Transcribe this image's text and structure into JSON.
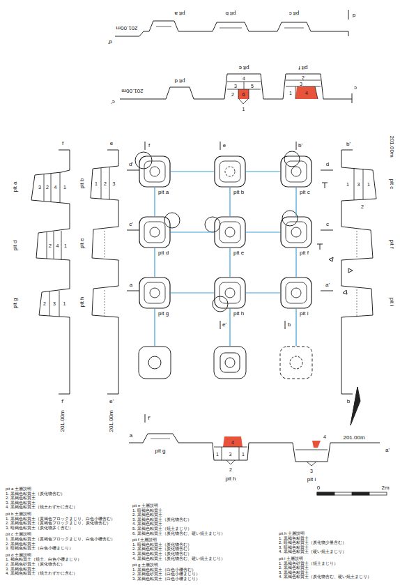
{
  "diagram": {
    "nodes": [
      {
        "text": [
          "pit a"
        ]
      },
      {
        "text": [
          "pit b"
        ]
      },
      {
        "text": [
          "pit c"
        ]
      },
      {
        "text": [
          "pit d"
        ]
      },
      {
        "text": [
          "pit e"
        ]
      },
      {
        "text": [
          "pit f"
        ]
      },
      {
        "text": [
          "pit g"
        ]
      },
      {
        "text": [
          "pit h"
        ]
      },
      {
        "text": [
          "pit i"
        ]
      }
    ],
    "edges": [
      {
        "from": 0,
        "to": 1,
        "arrow": "none"
      },
      {
        "from": 1,
        "to": 2,
        "arrow": "none"
      },
      {
        "from": 3,
        "to": 4,
        "arrow": "none"
      },
      {
        "from": 4,
        "to": 5,
        "arrow": "none"
      },
      {
        "from": 6,
        "to": 7,
        "arrow": "none"
      },
      {
        "from": 7,
        "to": 8,
        "arrow": "none"
      },
      {
        "from": 0,
        "to": 3,
        "arrow": "none"
      },
      {
        "from": 3,
        "to": 6,
        "arrow": "none"
      },
      {
        "from": 1,
        "to": 4,
        "arrow": "none"
      },
      {
        "from": 4,
        "to": 7,
        "arrow": "none"
      },
      {
        "from": 2,
        "to": 5,
        "arrow": "none"
      },
      {
        "from": 5,
        "to": 8,
        "arrow": "none"
      }
    ],
    "labels": [
      "pit a",
      "pit b",
      "pit c",
      "d",
      "201.00m",
      "d'",
      "pit e",
      "pit f",
      "pit d",
      "c",
      "201.00m",
      "c'",
      "4",
      "3",
      "5",
      "2",
      "6",
      "1",
      "2",
      "3",
      "1",
      "4",
      "f",
      "pit a",
      "3",
      "2",
      "4",
      "1",
      "pit d",
      "2",
      "4",
      "1",
      "pit g",
      "2",
      "3",
      "1",
      "f'",
      "201.00m",
      "e",
      "pit b",
      "1",
      "2",
      "3",
      "pit e",
      "pit h",
      "e'",
      "201.00m",
      "201.00m",
      "b'",
      "pit c",
      "1",
      "3",
      "1",
      "2",
      "pit f",
      "pit i",
      "b",
      "f",
      "e",
      "b'",
      "d'",
      "d",
      "c'",
      "c",
      "a",
      "a'",
      "e'",
      "b",
      "f'",
      "a",
      "pit g",
      "4",
      "1",
      "3",
      "1",
      "2",
      "pit h",
      "4",
      "3",
      "201.00m",
      "a'",
      "pit i",
      "0",
      "2m",
      "pit a 土層説明",
      "1. 黒褐色粘質土（炭化物含む）",
      "2. 黒褐色粘質土",
      "3. 黒褐色粘質土",
      "4. 黒褐色粘質土（焼土わずかに含む）",
      "pit b 土層説明",
      "1. 黒褐色粘質土（黄褐色ブロックまじり、白色小礫含む）",
      "2. 黒褐色粘質土（黄褐色ブロックまじり、炭化物含む）",
      "3. 暗褐色粘質土（炭化物多く含む）",
      "pit c 土層説明",
      "1. 黒褐色粘質土（黄褐色ブロックまじり、白色小礫含む）",
      "2. 黒褐色粘質土",
      "3. 暗褐色粘質土（白色小礫まじり）",
      "pit d 土層説明",
      "1. 褐色粘質土（焼土、白色小礫まじり）",
      "2. 黒褐色砂質土（炭化物含む）",
      "3. 黒褐色粘質土",
      "4. 黒褐色粘質土（焼土わずかに含む）",
      "pit e 土層説明",
      "1. 暗褐色粘質土",
      "2. 黒褐色粘質土",
      "3. 黒褐色粘質土（炭化物含む）",
      "4. 黒褐色粘質土",
      "5. 黒褐色粘質土（焼土まじり）",
      "6. 黒褐色粘質土（炭化物含む、硬い焼土まじり）",
      "pit f 土層説明",
      "1. 暗褐色粘質土（炭化物含む）",
      "2. 黒褐色粘質土（炭化物含む）",
      "3. 黒褐色粘質土（炭化物含む）",
      "4. 黒褐色粘質土（炭化物含む、硬い焼土まじり）",
      "pit g 土層説明",
      "1. 黒褐色粘質土（白色小礫含む）",
      "2. 黒褐色砂質土（白色小礫まじり）",
      "3. 黒褐色粘質土（白色小礫まじり）",
      "pit h 土層説明",
      "1. 黒褐色粘質土",
      "2. 暗褐色粘質土（炭化物少量含む）",
      "3. 暗褐色粘質土",
      "4. 黒褐色粘質土（硬い焼土まじり）",
      "pit i 土層説明",
      "1. 黒褐色砂質土（焼土まじり）",
      "2. 黒褐色粘質土",
      "3. 黒褐色粘質土",
      "4. 黒褐色粘質土（炭化物含む、硬い焼土まじり）"
    ]
  }
}
